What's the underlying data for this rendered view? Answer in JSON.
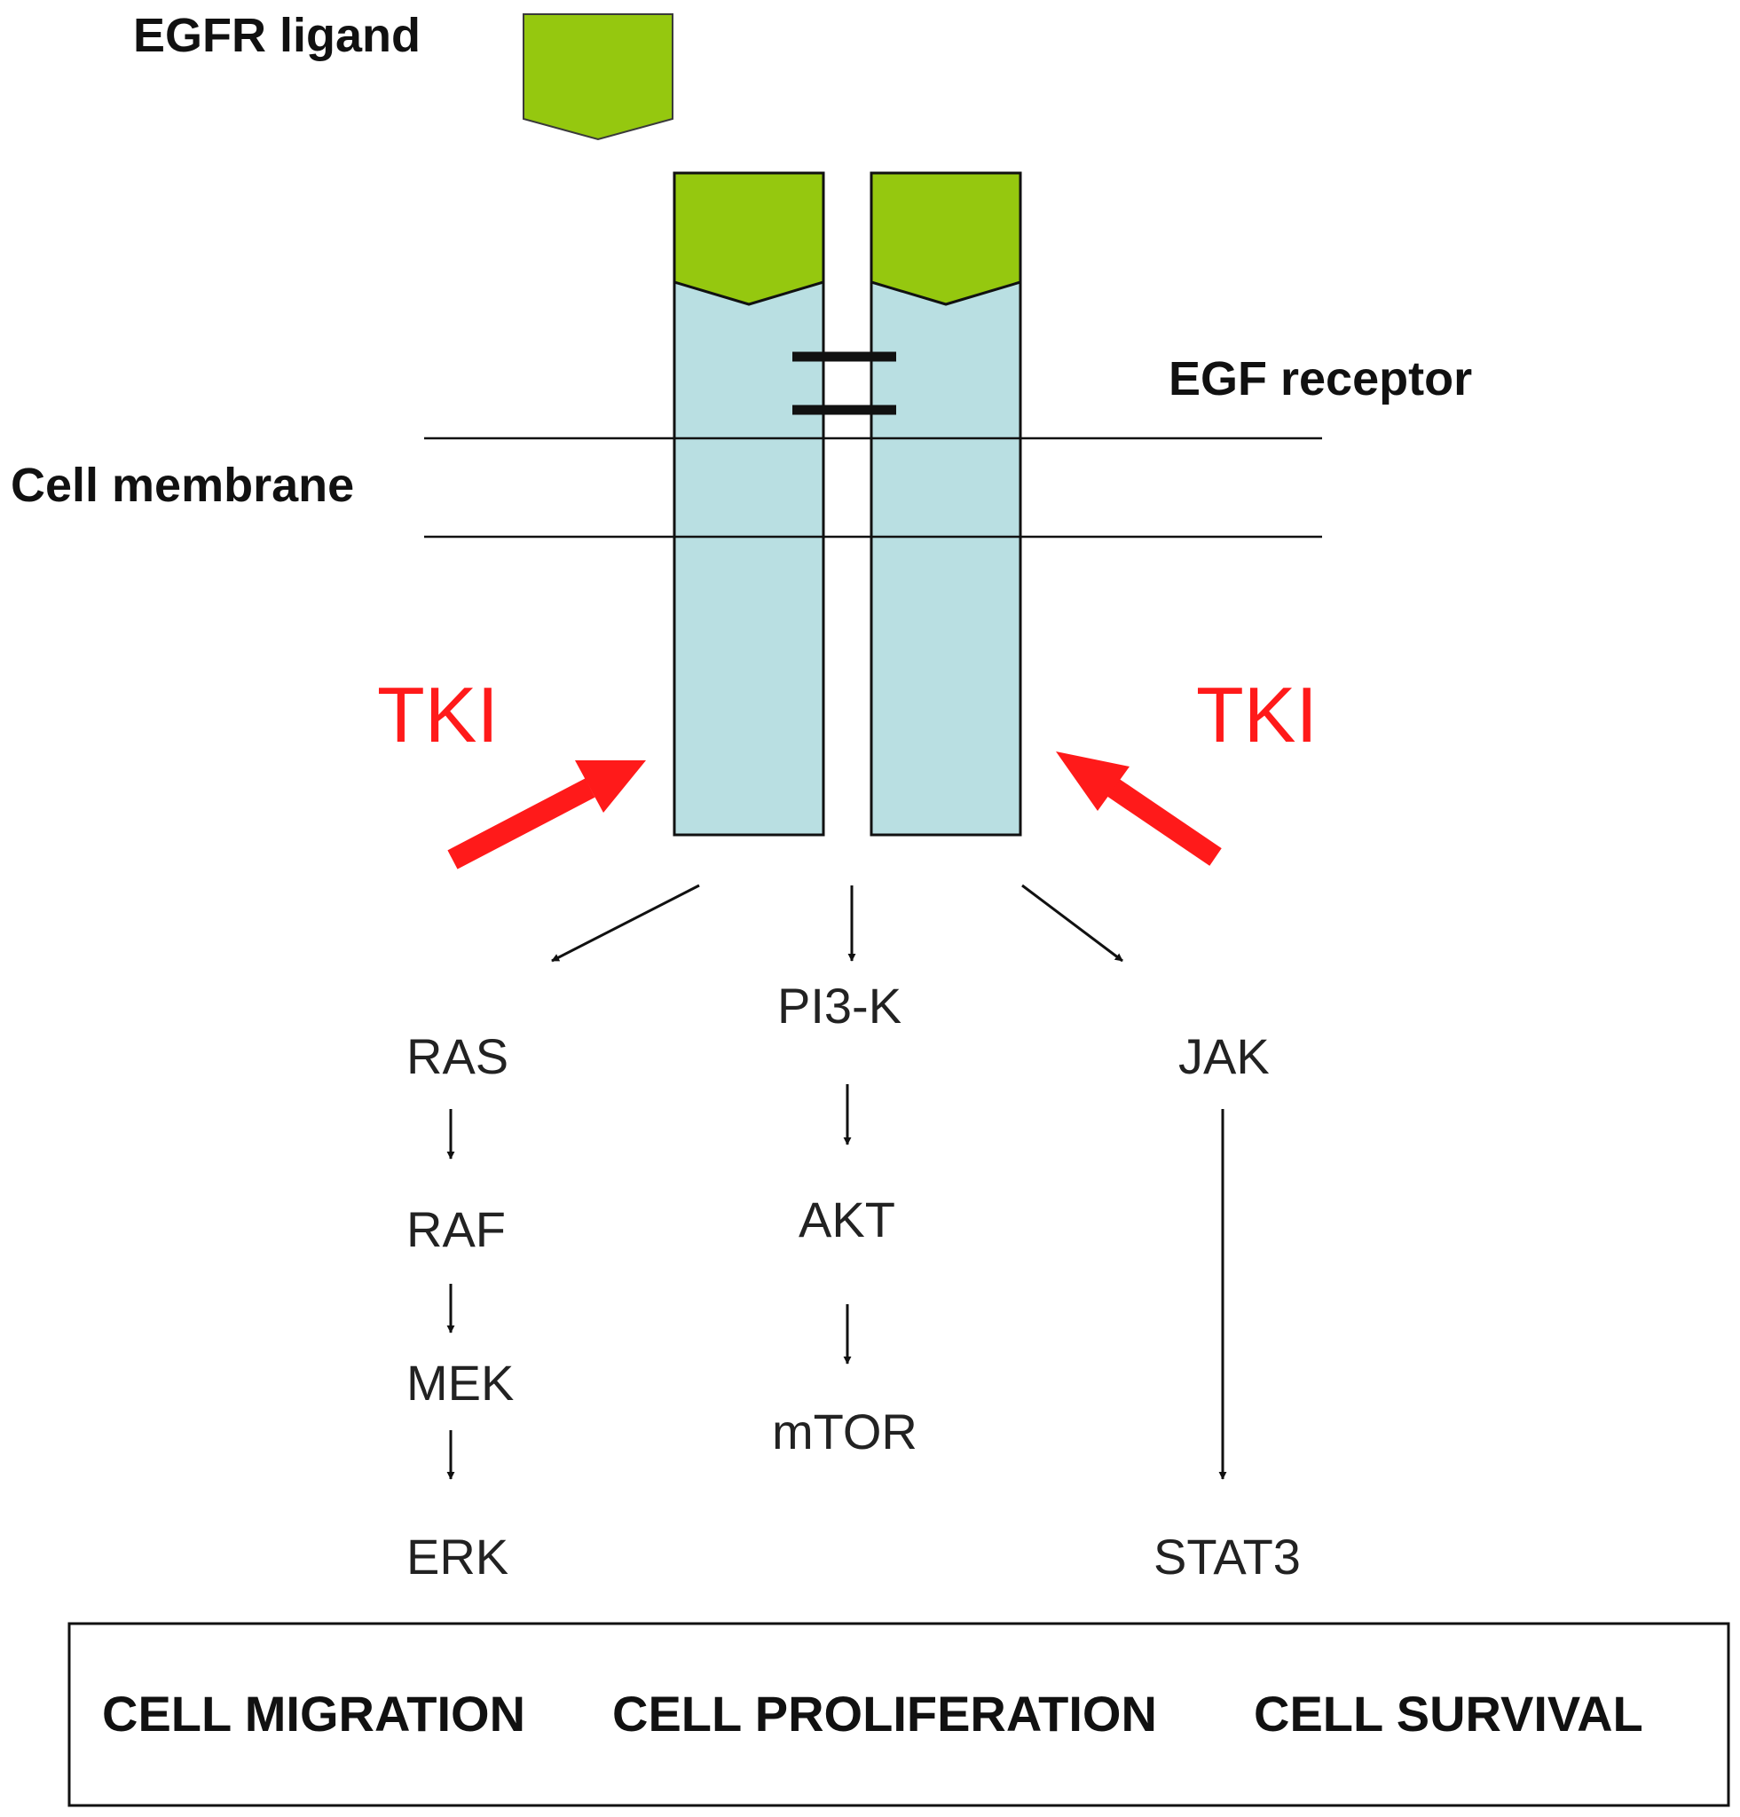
{
  "colors": {
    "ligand_fill": "#95c80f",
    "receptor_fill": "#b9dfe2",
    "inhibitor_red": "#ff1a1a",
    "stroke": "#111111"
  },
  "labels": {
    "ligand": "EGFR ligand",
    "receptor": "EGF receptor",
    "membrane": "Cell membrane",
    "tki_left": "TKI",
    "tki_right": "TKI"
  },
  "pathways": {
    "ras": "RAS",
    "raf": "RAF",
    "mek": "MEK",
    "erk": "ERK",
    "pi3k": "PI3-K",
    "akt": "AKT",
    "mtor": "mTOR",
    "jak": "JAK",
    "stat3": "STAT3"
  },
  "outcomes": {
    "migration": "CELL MIGRATION",
    "proliferation": "CELL PROLIFERATION",
    "survival": "CELL SURVIVAL"
  }
}
